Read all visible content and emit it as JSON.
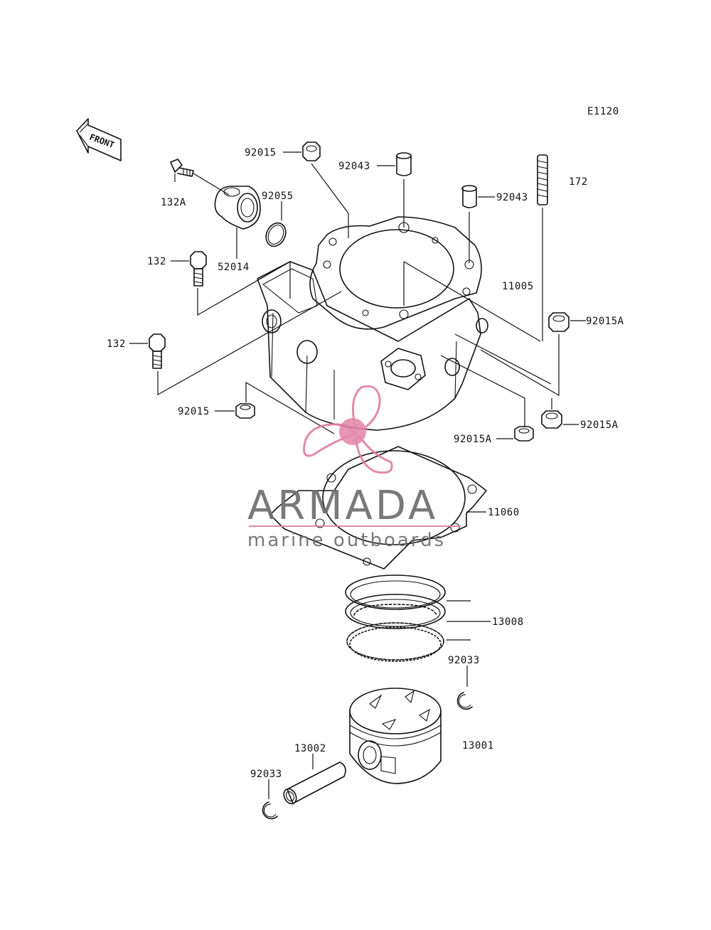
{
  "diagram_code": "E1120",
  "front_arrow_text": "FRONT",
  "labels": {
    "p92015_top": "92015",
    "p92043_a": "92043",
    "p92043_b": "92043",
    "p172": "172",
    "p132A": "132A",
    "p92055": "92055",
    "p52014": "52014",
    "p132_a": "132",
    "p132_b": "132",
    "p11005": "11005",
    "p92015A_a": "92015A",
    "p92015_left": "92015",
    "p92015A_b": "92015A",
    "p92015A_c": "92015A",
    "p11060": "11060",
    "p13008": "13008",
    "p92033_a": "92033",
    "p13001": "13001",
    "p13002": "13002",
    "p92033_b": "92033"
  },
  "watermark": {
    "brand": "ARMADA",
    "tagline": "marine outboards",
    "color_brand": "#6e6e6e",
    "color_accent": "#e07fa3"
  }
}
